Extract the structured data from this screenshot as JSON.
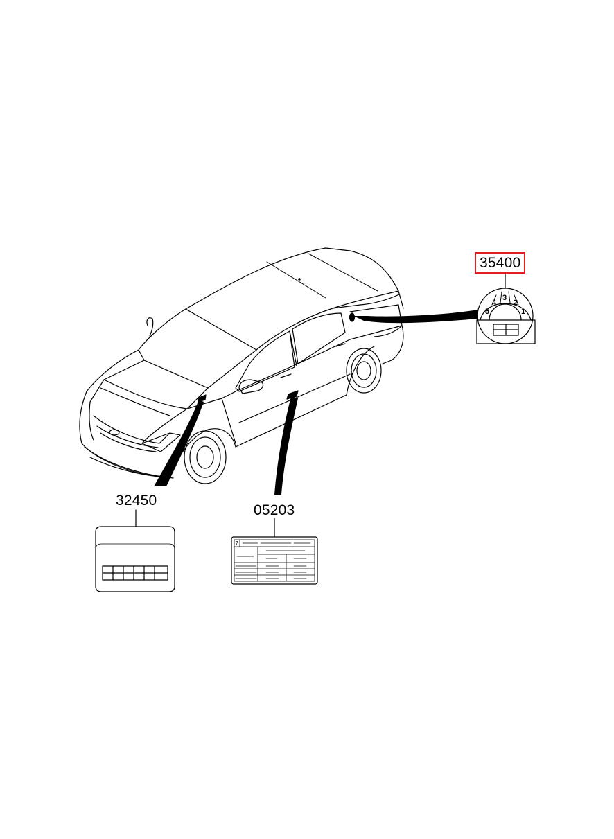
{
  "parts": [
    {
      "number": "35400",
      "highlighted": true
    },
    {
      "number": "32450",
      "highlighted": false
    },
    {
      "number": "05203",
      "highlighted": false
    }
  ],
  "dial_label": {
    "marks": [
      "5",
      "4",
      "3",
      "2",
      "1"
    ]
  },
  "info_label": {
    "index": "7"
  },
  "colors": {
    "line": "#000000",
    "highlight": "#e02020",
    "background": "#ffffff"
  }
}
